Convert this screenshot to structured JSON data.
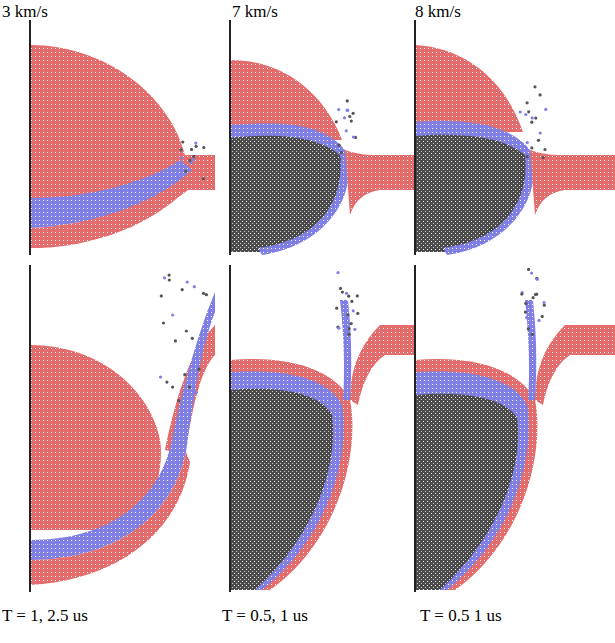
{
  "diagram": {
    "labels": [
      "3 km/s",
      "7 km/s",
      "8 km/s",
      "T = 1, 2.5 us",
      "T = 0.5, 1 us",
      "T = 0.5 1 us"
    ]
  }
}
